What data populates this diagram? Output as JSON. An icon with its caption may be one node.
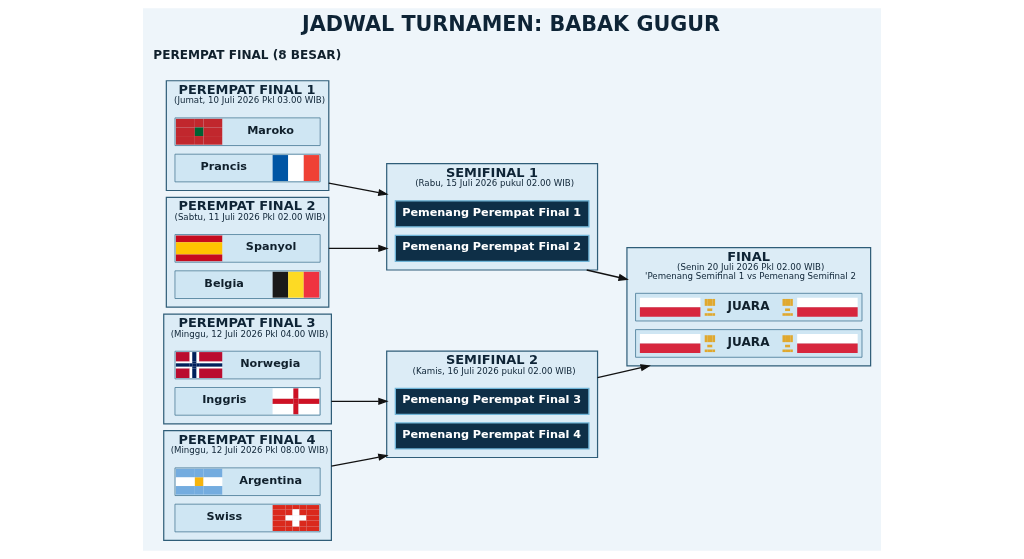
{
  "diagram": {
    "title": "JADWAL TURNAMEN: BABAK GUGUR",
    "nodes": [
      {
        "text": [
          "PEREMPAT FINAL 1",
          "(Jumat, 10 Juli 2026 Pkl 03.00 WIB)"
        ]
      },
      {
        "text": [
          "Maroko"
        ],
        "in": 0
      },
      {
        "text": [
          "Prancis"
        ],
        "in": 0
      },
      {
        "text": [
          "PEREMPAT FINAL 2",
          "(Sabtu, 11 Juli 2026 Pkl 02.00 WIB)"
        ]
      },
      {
        "text": [
          "Spanyol"
        ],
        "in": 3
      },
      {
        "text": [
          "Belgia"
        ],
        "in": 3
      },
      {
        "text": [
          "PEREMPAT FINAL 3",
          "(Minggu, 12 Juli 2026 Pkl 04.00 WIB)"
        ]
      },
      {
        "text": [
          "Norwegia"
        ],
        "in": 6
      },
      {
        "text": [
          "Inggris"
        ],
        "in": 6
      },
      {
        "text": [
          "PEREMPAT FINAL 4",
          "(Minggu, 12 Juli 2026 Pkl 08.00 WIB)"
        ]
      },
      {
        "text": [
          "Argentina"
        ],
        "in": 9
      },
      {
        "text": [
          "Swiss"
        ],
        "in": 9
      },
      {
        "text": [
          "SEMIFINAL 1",
          "(Rabu, 15 Juli 2026 pukul 02.00 WIB)"
        ]
      },
      {
        "text": [
          "Pemenang Perempat Final 1"
        ],
        "in": 12
      },
      {
        "text": [
          "Pemenang Perempat Final 2"
        ],
        "in": 12
      },
      {
        "text": [
          "SEMIFINAL 2",
          "(Kamis, 16 Juli 2026 pukul 02.00 WIB)"
        ]
      },
      {
        "text": [
          "Pemenang Perempat Final 3"
        ],
        "in": 15
      },
      {
        "text": [
          "Pemenang Perempat Final 4"
        ],
        "in": 15
      },
      {
        "text": [
          "FINAL",
          "(Senin 20 Juli 2026 Pkl 02.00 WIB)",
          "'Pemenang Semifinal 1 vs Pemenang Semifinal 2"
        ]
      },
      {
        "text": [
          "JUARA"
        ],
        "in": 18
      },
      {
        "text": [
          "JUARA"
        ],
        "in": 18
      }
    ],
    "edges": [
      {
        "from": 0,
        "to": 12,
        "arrow": "to"
      },
      {
        "from": 3,
        "to": 12,
        "arrow": "to"
      },
      {
        "from": 6,
        "to": 15,
        "arrow": "to"
      },
      {
        "from": 9,
        "to": 15,
        "arrow": "to"
      },
      {
        "from": 12,
        "to": 18,
        "arrow": "to"
      },
      {
        "from": 15,
        "to": 18,
        "arrow": "to"
      }
    ],
    "labels": [
      "PEREMPAT FINAL (8 BESAR)"
    ]
  }
}
